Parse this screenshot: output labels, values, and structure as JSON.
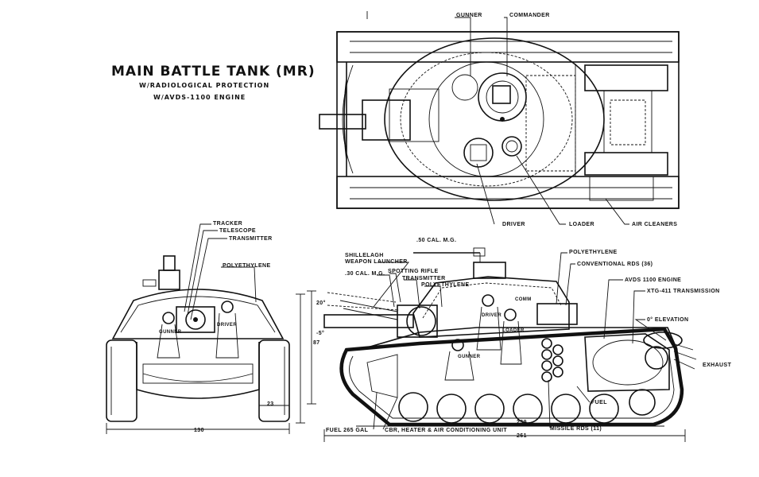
{
  "title": {
    "main": "MAIN BATTLE TANK (MR)",
    "line2": "W/RADIOLOGICAL PROTECTION",
    "line3": "W/AVDS-1100 ENGINE"
  },
  "top_view": {
    "labels": {
      "gunner": "GUNNER",
      "commander": "COMMANDER",
      "driver": "DRIVER",
      "loader": "LOADER",
      "air_cleaners": "AIR CLEANERS"
    }
  },
  "front_view": {
    "labels": {
      "tracker": "TRACKER",
      "telescope": "TELESCOPE",
      "transmitter": "TRANSMITTER",
      "polyethylene": "POLYETHYLENE",
      "gunner": "GUNNER",
      "driver": "DRIVER"
    },
    "dimensions": {
      "width": "130",
      "track": "23"
    }
  },
  "side_view": {
    "labels": {
      "mg50": ".50 CAL. M.G.",
      "shillelagh_1": "SHILLELAGH",
      "shillelagh_2": "WEAPON LAUNCHER",
      "mg30": ".30 CAL. M.G.",
      "spotting_rifle": "SPOTTING RIFLE",
      "transmitter": "TRANSMITTER",
      "polyethylene_1": "POLYETHYLENE",
      "polyethylene_2": "POLYETHYLENE",
      "conventional_rds": "CONVENTIONAL RDS (36)",
      "comm": "COMM",
      "driver": "DRIVER",
      "loader": "LOADER",
      "gunner": "GUNNER",
      "engine": "AVDS 1100 ENGINE",
      "transmission": "XTG-411 TRANSMISSION",
      "elevation": "0° ELEVATION",
      "exhaust": "EXHAUST",
      "fuel": "FUEL",
      "fuel_gal": "FUEL 265 GAL",
      "cbr": "CBR, HEATER & AIR CONDITIONING UNIT",
      "missile_rds": "MISSILE RDS (11)",
      "angle_up": "20°",
      "angle_down": "-5°"
    },
    "dimensions": {
      "height": "87",
      "ground_length": "239",
      "overall_length": "261"
    }
  }
}
